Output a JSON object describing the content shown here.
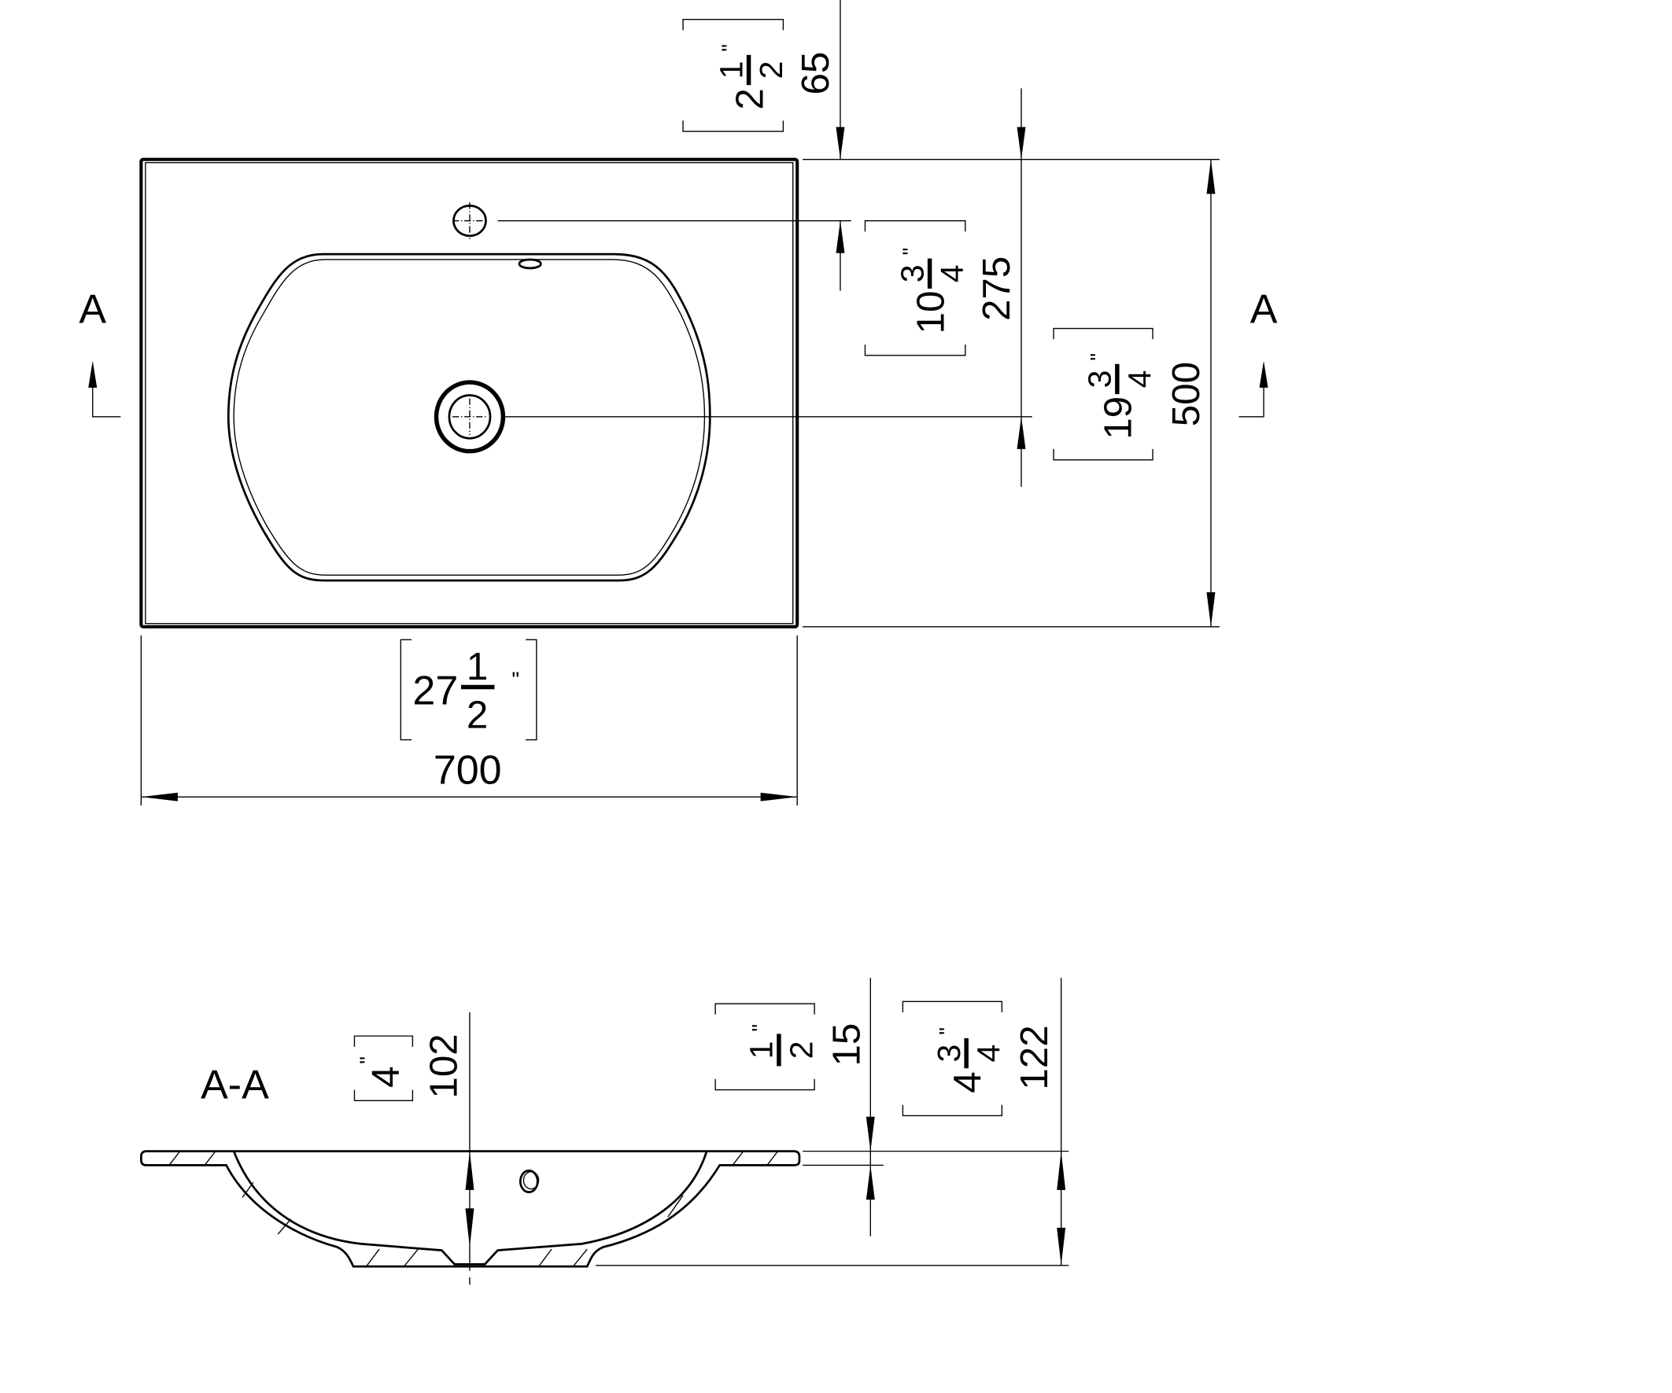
{
  "top_view": {
    "section_marker_left": "A",
    "section_marker_right": "A",
    "dimensions": {
      "width": {
        "mm": "700",
        "inch_whole": "27",
        "inch_num": "1",
        "inch_den": "2",
        "inch_mark": "\""
      },
      "depth": {
        "mm": "500",
        "inch_whole": "19",
        "inch_num": "3",
        "inch_den": "4",
        "inch_mark": "\""
      },
      "drain_offset": {
        "mm": "275",
        "inch_whole": "10",
        "inch_num": "3",
        "inch_den": "4",
        "inch_mark": "\""
      },
      "faucet_offset": {
        "mm": "65",
        "inch_whole": "2",
        "inch_num": "1",
        "inch_den": "2",
        "inch_mark": "\""
      }
    }
  },
  "section_view": {
    "label": "A-A",
    "dimensions": {
      "bowl_depth": {
        "mm": "102",
        "inch_whole": "4",
        "inch_mark": "\""
      },
      "rim_thickness": {
        "mm": "15",
        "inch_num": "1",
        "inch_den": "2",
        "inch_mark": "\""
      },
      "total_height": {
        "mm": "122",
        "inch_whole": "4",
        "inch_num": "3",
        "inch_den": "4",
        "inch_mark": "\""
      }
    }
  }
}
